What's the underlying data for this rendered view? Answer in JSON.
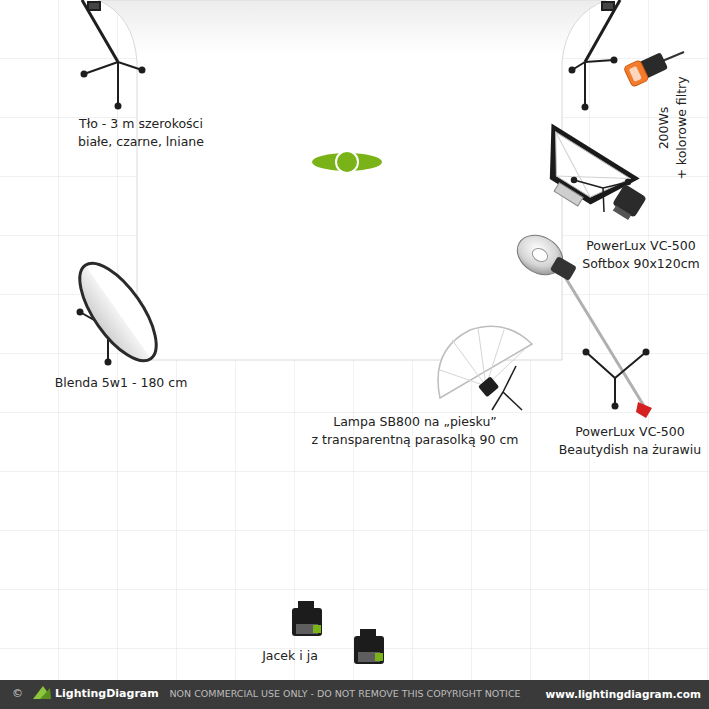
{
  "diagram": {
    "labels": [
      "Tło - 3 m szerokości białe, czarne, lniane",
      "200Ws + kolorowe filtry",
      "PowerLux VC-500 Softbox 90x120cm",
      "Blenda 5w1 - 180 cm",
      "Lampa SB800 na „piesku” z transparentną parasolką 90 cm",
      "PowerLux VC-500 Beautydish na żurawiu",
      "Jacek i ja",
      "©",
      "LightingDiagram",
      "NON COMMERCIAL USE ONLY - DO NOT REMOVE THIS COPYRIGHT NOTICE",
      "www.lightingdiagram.com"
    ]
  }
}
